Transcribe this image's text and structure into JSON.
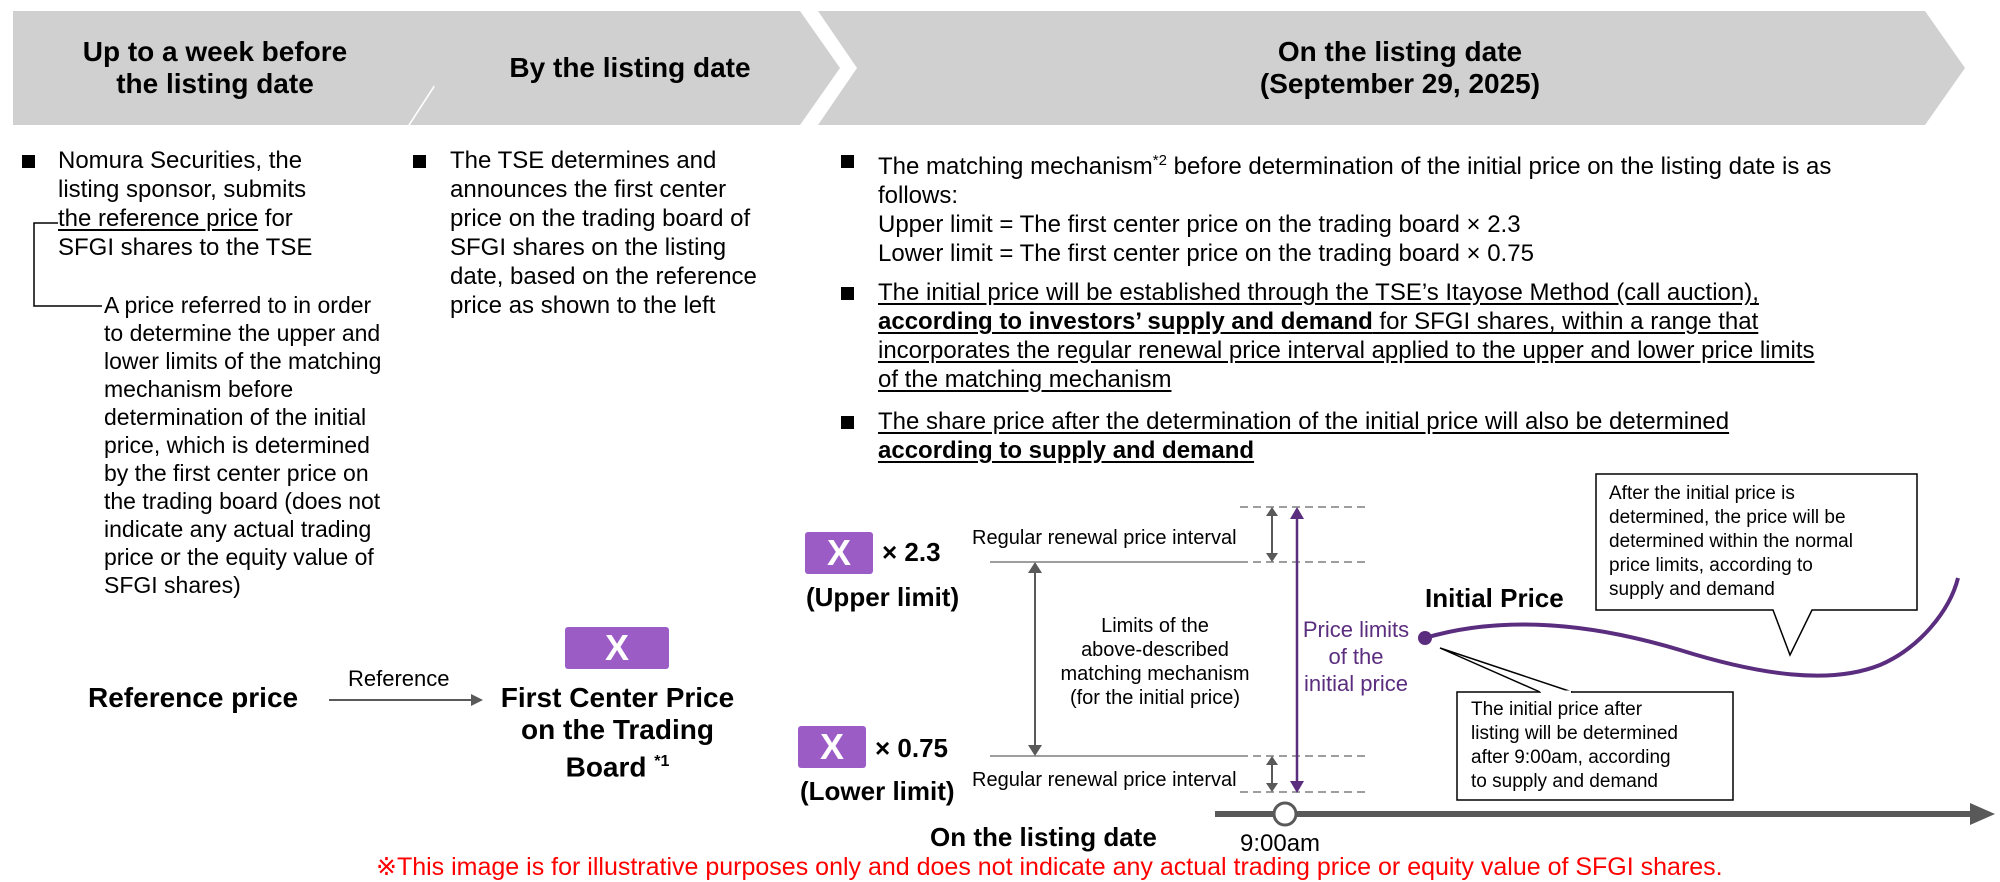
{
  "colors": {
    "header_bg": "#d0d0d0",
    "accent_purple": "#9b5cc6",
    "curve_purple": "#5b2d7e",
    "notice_red": "#ff0000",
    "axis_gray": "#595959"
  },
  "headers": {
    "col1": [
      "Up to a week before",
      "the listing date"
    ],
    "col2": "By the listing date",
    "col3": [
      "On the listing date",
      "(September 29, 2025)"
    ]
  },
  "col1": {
    "bullet": {
      "line1": "Nomura Securities, the",
      "line2": "listing sponsor, submits",
      "line3_u": "the reference price",
      "line3_rest": " for",
      "line4": "SFGI shares to the TSE"
    },
    "note_lines": [
      "A price referred to in order",
      "to determine the upper and",
      "lower limits of the matching",
      "mechanism before",
      "determination of the initial",
      "price, which is determined",
      "by the first center price on",
      "the trading board (does not",
      "indicate any actual trading",
      "price or the equity value of",
      "SFGI shares)"
    ]
  },
  "col2": {
    "bullet_lines": [
      "The TSE determines and",
      "announces the first center",
      "price on the trading board of",
      "SFGI shares on the listing",
      "date, based on the reference",
      "price as shown to the left"
    ]
  },
  "col3": {
    "b1_l1_a": "The matching mechanism",
    "b1_l1_sup": "*2",
    "b1_l1_b": " before determination of the initial price on the listing date is as",
    "b1_l2": "follows:",
    "b1_l3": "Upper limit = The first center price on the trading board × 2.3",
    "b1_l4": "Lower limit = The first center price on the trading board × 0.75",
    "b2_l1": "The initial price will be established through the TSE’s Itayose Method (call auction),",
    "b2_l2_bold": "according to investors’ supply and demand",
    "b2_l2_rest": " for SFGI shares, within a range that",
    "b2_l3": "incorporates the regular renewal price interval applied to the upper and lower price limits",
    "b2_l4": "of the matching mechanism",
    "b3_l1": "The share price after the determination of the initial price will also be determined",
    "b3_l2_bold": "according to supply and demand"
  },
  "flow": {
    "reference_price": "Reference price",
    "reference_arrow_label": "Reference",
    "x_symbol": "X",
    "first_center_lines": [
      "First Center Price",
      "on the Trading",
      "Board"
    ],
    "first_center_note": "*1"
  },
  "diagram": {
    "upper_mult": "× 2.3",
    "upper_label": "(Upper limit)",
    "lower_mult": "× 0.75",
    "lower_label": "(Lower limit)",
    "regular_interval_top": "Regular renewal price interval",
    "regular_interval_bottom": "Regular renewal price interval",
    "limits_lines": [
      "Limits of the",
      "above-described",
      "matching mechanism",
      "(for the initial price)"
    ],
    "price_limits_lines": [
      "Price limits",
      "of the",
      "initial price"
    ],
    "initial_price": "Initial Price",
    "callout_top_lines": [
      "After the initial price is",
      "determined, the price will be",
      "determined within the normal",
      "price limits, according to",
      "supply and demand"
    ],
    "callout_bottom_lines": [
      "The initial price after",
      "listing will be determined",
      "after 9:00am, according",
      "to supply and demand"
    ],
    "axis_label": "On the listing date",
    "time_label": "9:00am"
  },
  "notice": "※This image is for illustrative purposes only and does not indicate any actual trading price or equity value of SFGI shares."
}
